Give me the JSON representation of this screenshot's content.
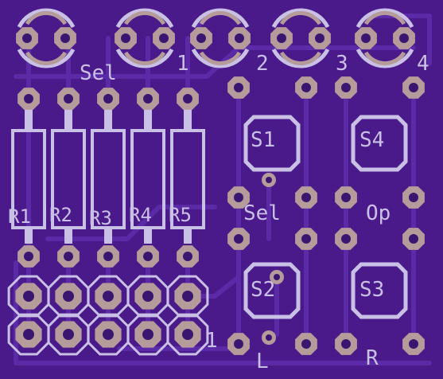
{
  "board": {
    "colors": {
      "substrate": "#4a1a8a",
      "trace": "#5b2aa6",
      "silk": "#c9c0e6",
      "pad": "#b59c9a",
      "drill": "#3b1670"
    },
    "leds": [
      {
        "label": "Sel"
      },
      {
        "label": "1"
      },
      {
        "label": "2"
      },
      {
        "label": "3"
      },
      {
        "label": "4"
      }
    ],
    "resistors": [
      {
        "label": "R1"
      },
      {
        "label": "R2"
      },
      {
        "label": "R3"
      },
      {
        "label": "R4"
      },
      {
        "label": "R5"
      }
    ],
    "switches": [
      {
        "label": "S1"
      },
      {
        "label": "S4"
      },
      {
        "label": "S2"
      },
      {
        "label": "S3"
      }
    ],
    "labels": {
      "sel": "Sel",
      "op": "Op",
      "left": "L",
      "right": "R",
      "header_pin1": "1"
    }
  }
}
